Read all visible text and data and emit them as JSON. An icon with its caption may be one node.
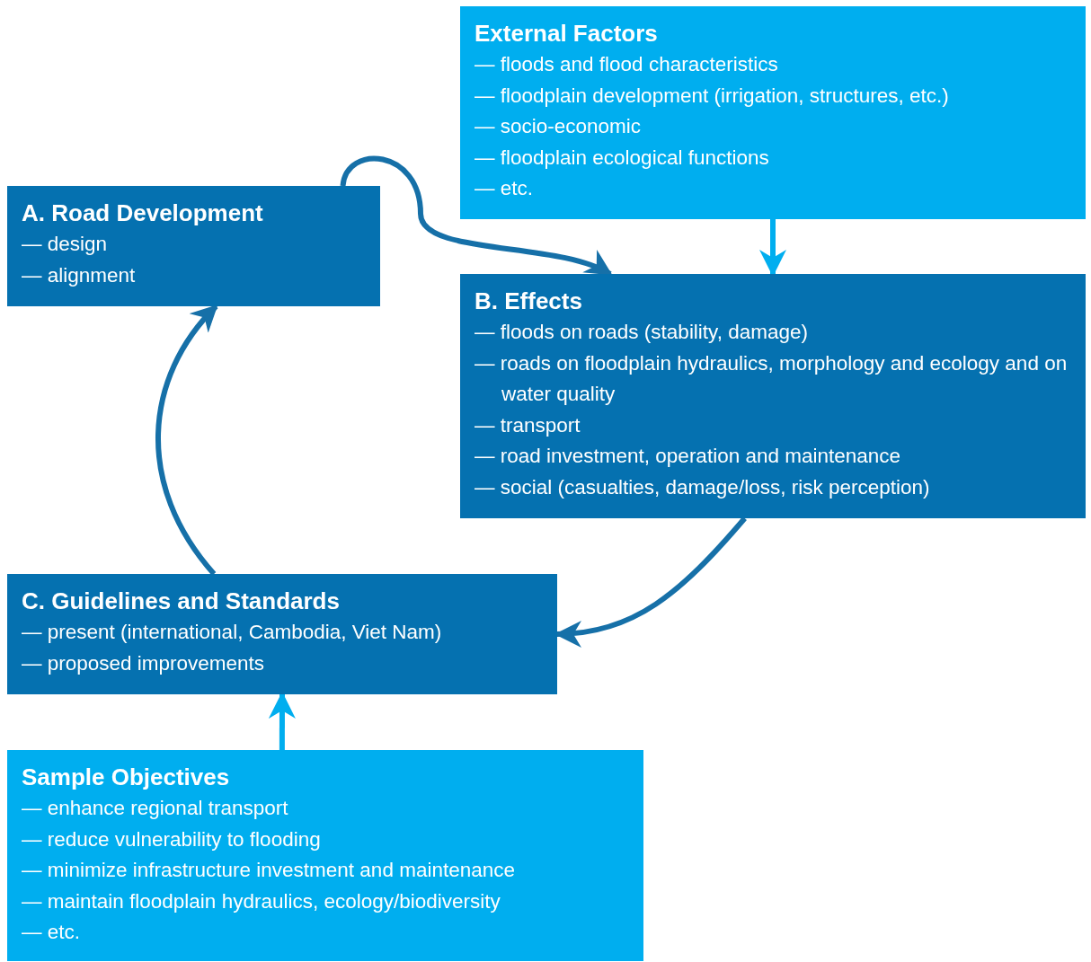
{
  "diagram": {
    "nodes": [
      {
        "text": [
          "External Factors",
          "— floods and flood characteristics",
          "— floodplain development (irrigation, structures, etc.)",
          "— socio-economic",
          "— floodplain ecological functions",
          "— etc."
        ]
      },
      {
        "text": [
          "A. Road Development",
          "— design",
          "— alignment"
        ]
      },
      {
        "text": [
          "B. Effects",
          "— floods on roads (stability, damage)",
          "— roads on floodplain hydraulics, morphology and ecology and on water quality",
          "— transport",
          "— road investment, operation and maintenance",
          "— social (casualties, damage/loss, risk perception)"
        ]
      },
      {
        "text": [
          "C. Guidelines and Standards",
          "— present (international, Cambodia, Viet Nam)",
          "— proposed improvements"
        ]
      },
      {
        "text": [
          "Sample Objectives",
          "— enhance regional transport",
          "— reduce vulnerability to flooding",
          "— minimize infrastructure investment and maintenance",
          "— maintain floodplain hydraulics, ecology/biodiversity",
          "— etc."
        ]
      }
    ],
    "edges": [
      {
        "from": 1,
        "to": 2,
        "arrow": "to"
      },
      {
        "from": 0,
        "to": 2,
        "arrow": "to",
        "color": "#00aeef"
      },
      {
        "from": 2,
        "to": 3,
        "arrow": "to"
      },
      {
        "from": 3,
        "to": 1,
        "arrow": "to"
      },
      {
        "from": 4,
        "to": 3,
        "arrow": "to",
        "color": "#00aeef"
      }
    ]
  }
}
